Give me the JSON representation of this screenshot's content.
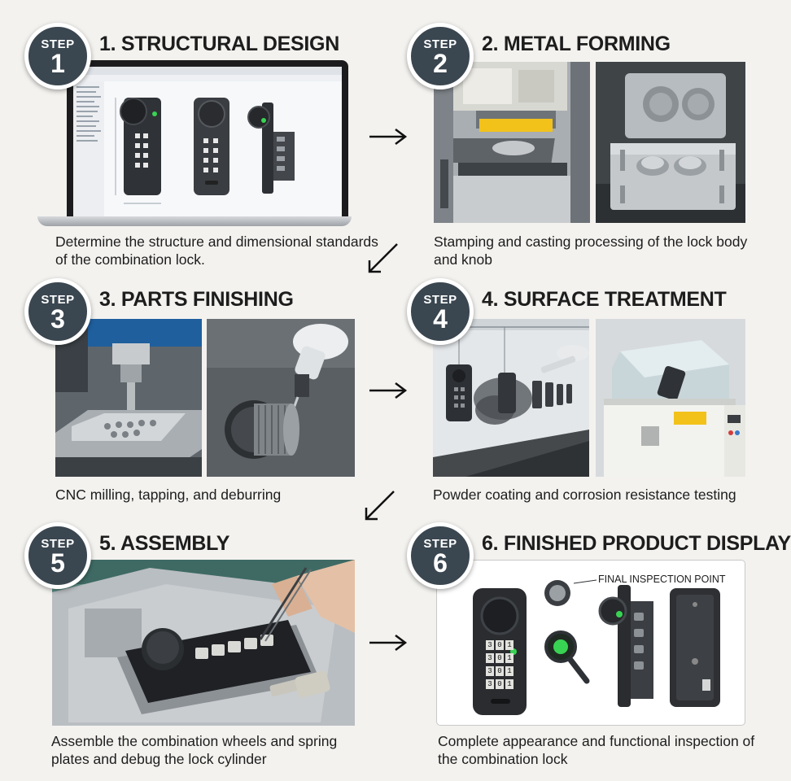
{
  "steps": [
    {
      "label": "STEP",
      "number": "1",
      "title": "1. STRUCTURAL DESIGN",
      "caption": "Determine the structure and dimensional standards of the combination lock."
    },
    {
      "label": "STEP",
      "number": "2",
      "title": "2. METAL FORMING",
      "caption": "Stamping and casting processing of the lock body and knob"
    },
    {
      "label": "STEP",
      "number": "3",
      "title": "3. PARTS FINISHING",
      "caption": "CNC milling, tapping, and deburring"
    },
    {
      "label": "STEP",
      "number": "4",
      "title": "4. SURFACE TREATMENT",
      "caption": "Powder coating and corrosion resistance testing"
    },
    {
      "label": "STEP",
      "number": "5",
      "title": "5. ASSEMBLY",
      "caption": "Assemble the combination wheels and spring plates and debug the lock cylinder"
    },
    {
      "label": "STEP",
      "number": "6",
      "title": "6. FINISHED PRODUCT DISPLAY",
      "caption": "Complete appearance and functional inspection of the combination lock"
    }
  ],
  "callout": "FINAL INSPECTION POINT",
  "keypad_digits": [
    "3",
    "0",
    "1"
  ],
  "colors": {
    "badge": "#3a4650",
    "indicator": "#39d353",
    "machine_yellow": "#f2c21b",
    "machine_blue": "#1f5f9e"
  }
}
